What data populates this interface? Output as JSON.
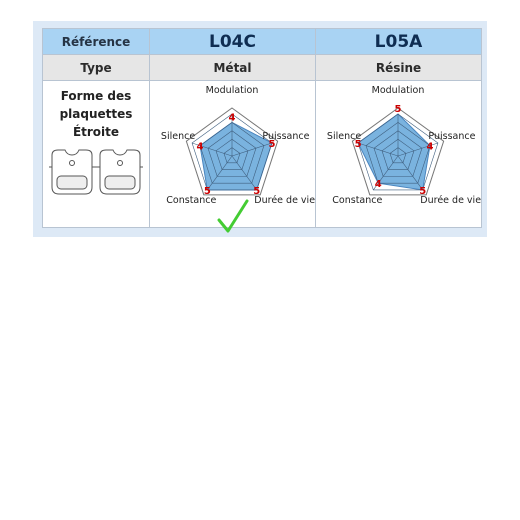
{
  "table": {
    "reference_label": "Référence",
    "type_label": "Type",
    "shape_label_lines": [
      "Forme des",
      "plaquettes",
      "Étroite"
    ]
  },
  "chart_data": [
    {
      "type": "radar",
      "model": "L04C",
      "material": "Métal",
      "axes": [
        "Modulation",
        "Puissance",
        "Durée de vie",
        "Constance",
        "Silence"
      ],
      "values": [
        4,
        5,
        5,
        5,
        4
      ],
      "max": 5,
      "recommended": true,
      "fill_color": "#7ab3df",
      "value_color": "#cc0000"
    },
    {
      "type": "radar",
      "model": "L05A",
      "material": "Résine",
      "axes": [
        "Modulation",
        "Puissance",
        "Durée de vie",
        "Constance",
        "Silence"
      ],
      "values": [
        5,
        4,
        5,
        4,
        5
      ],
      "max": 5,
      "recommended": false,
      "fill_color": "#7ab3df",
      "value_color": "#cc0000"
    }
  ],
  "check_icon": "checkmark-icon",
  "check_color": "#44cc33"
}
